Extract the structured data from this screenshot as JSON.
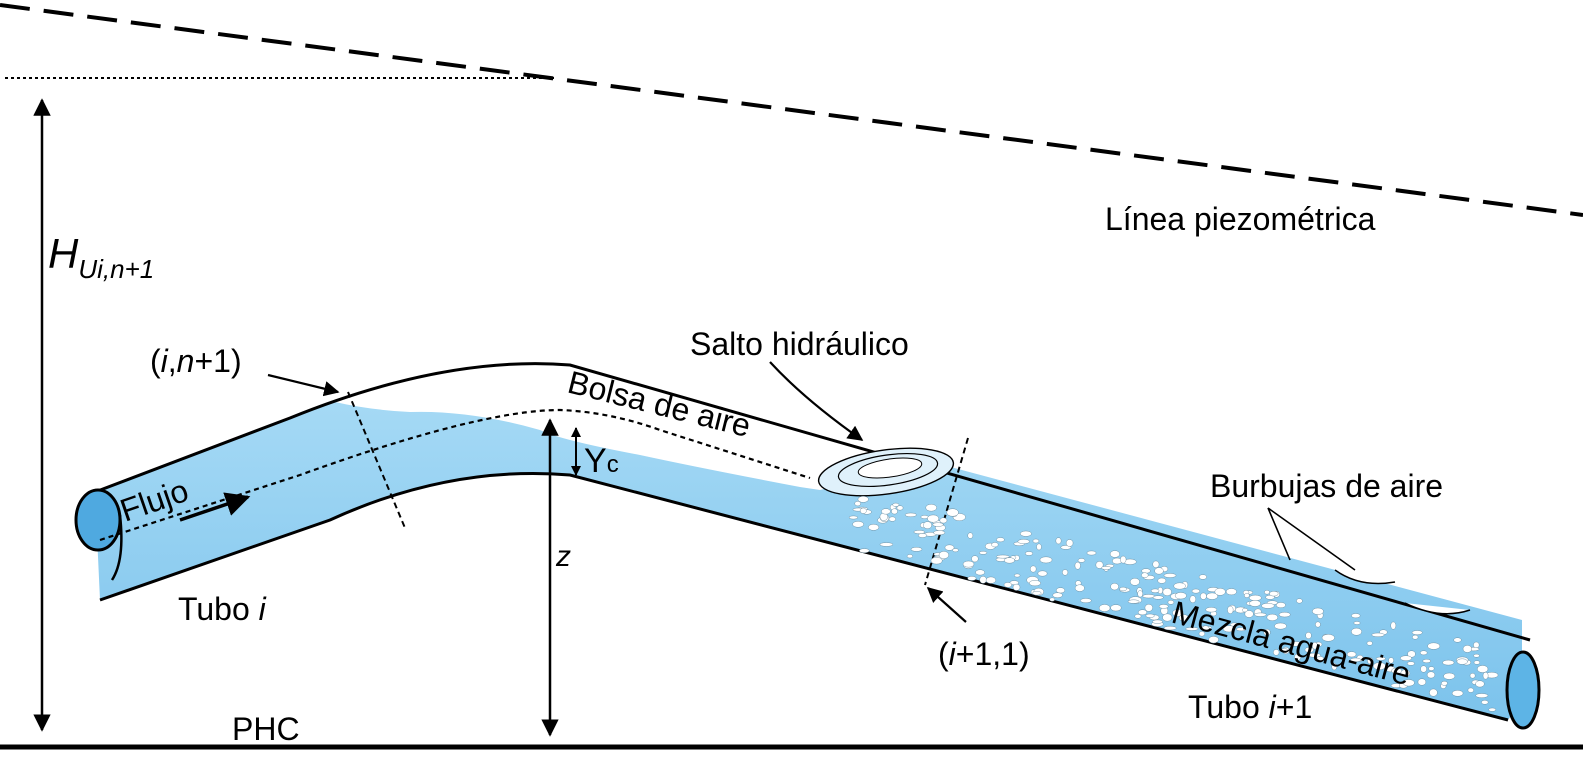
{
  "labels": {
    "piezometric_line": "Línea piezométrica",
    "head": {
      "main": "H",
      "sub": "Ui,n+1"
    },
    "section_in": {
      "open": "(",
      "i": "i",
      "comma": ",",
      "n": "n",
      "tail": "+1)"
    },
    "section_out": {
      "open": "(",
      "i": "i",
      "tail": "+1,1)"
    },
    "hydraulic_jump": "Salto hidráulico",
    "air_pocket": "Bolsa de aire",
    "flow": "Flujo",
    "critical_depth": {
      "main": "Y",
      "sub": "c"
    },
    "elevation": "z",
    "pipe_in": {
      "text": "Tubo ",
      "index": "i"
    },
    "pipe_out": {
      "text": "Tubo ",
      "index": "i",
      "suffix": "+1"
    },
    "air_bubbles": "Burbujas de aire",
    "mixture": "Mezcla agua-aire",
    "datum": "PHC"
  },
  "colors": {
    "water": "#8ecdf0",
    "water_light": "#c6e7f8",
    "line": "#000000",
    "bubble": "#ffffff"
  }
}
